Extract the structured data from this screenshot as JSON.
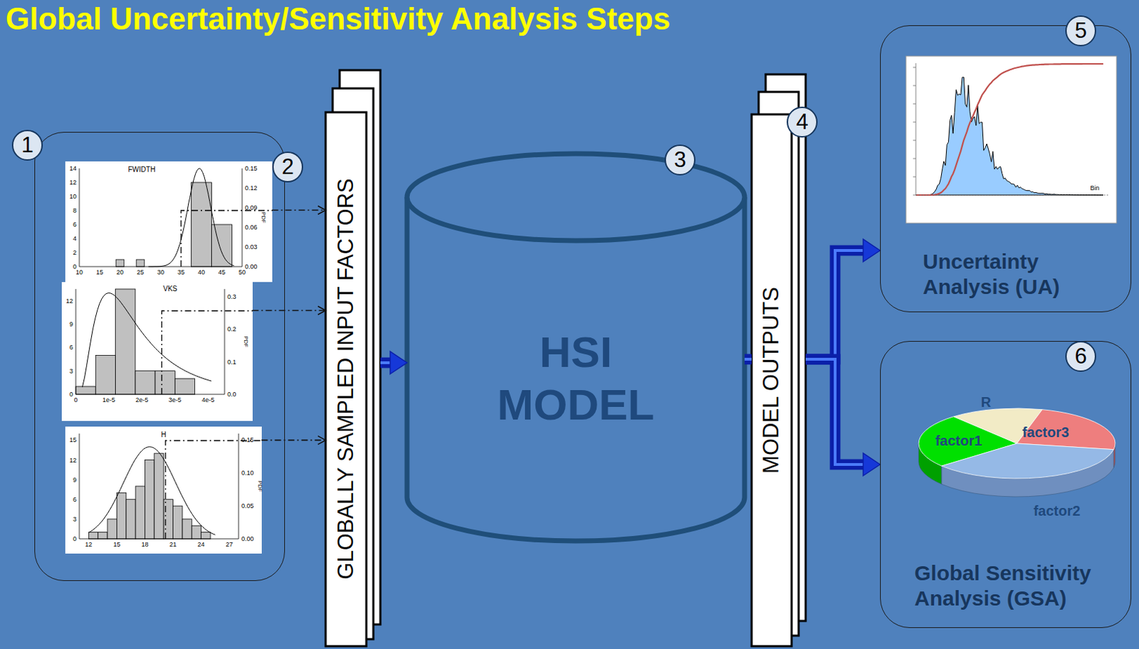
{
  "diagram": {
    "title": "Global Uncertainty/Sensitivity Analysis Steps",
    "nodes": [
      {
        "text": [
          "1"
        ]
      },
      {
        "text": [
          "FWIDTH"
        ],
        "in": 0
      },
      {
        "text": [
          "VKS"
        ],
        "in": 0
      },
      {
        "text": [
          "H"
        ],
        "in": 0
      },
      {
        "text": [
          "GLOBALLY SAMPLED INPUT FACTORS"
        ]
      },
      {
        "text": [
          "HSI MODEL"
        ]
      },
      {
        "text": [
          "MODEL OUTPUTS"
        ]
      },
      {
        "text": [
          "5",
          "Uncertainty Analysis (UA)"
        ]
      },
      {
        "text": [
          "6",
          "Global Sensitivity Analysis (GSA)"
        ]
      }
    ],
    "edges": [
      {
        "from": 1,
        "to": 4,
        "arrow": "to"
      },
      {
        "from": 2,
        "to": 4,
        "arrow": "to"
      },
      {
        "from": 3,
        "to": 4,
        "arrow": "to"
      },
      {
        "from": 4,
        "to": 5,
        "arrow": "to"
      },
      {
        "from": 5,
        "to": 6,
        "arrow": "none"
      },
      {
        "from": 6,
        "to": 7,
        "arrow": "to"
      },
      {
        "from": 6,
        "to": 8,
        "arrow": "to"
      }
    ],
    "labels": [
      "2",
      "3",
      "4",
      "14",
      "12",
      "10",
      "8",
      "6",
      "4",
      "2",
      "0",
      "0.15",
      "0.12",
      "0.09",
      "0.06",
      "0.03",
      "0.00",
      "10",
      "15",
      "20",
      "25",
      "30",
      "35",
      "40",
      "45",
      "50",
      "PDF",
      "12",
      "9",
      "6",
      "3",
      "0",
      "0.3",
      "0.2",
      "0.1",
      "0.0",
      "0",
      "1e-5",
      "2e-5",
      "3e-5",
      "4e-5",
      "PDF",
      "15",
      "12",
      "9",
      "6",
      "3",
      "0",
      "0.15",
      "0.10",
      "0.05",
      "0.00",
      "12",
      "15",
      "18",
      "21",
      "24",
      "27",
      "PDF",
      "Bin",
      "R",
      "factor1",
      "factor3",
      "factor2"
    ]
  }
}
